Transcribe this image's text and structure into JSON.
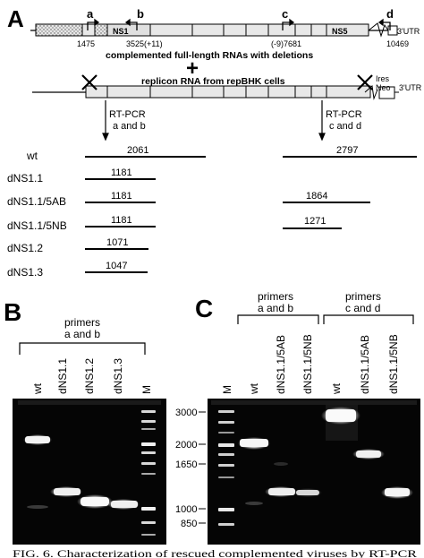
{
  "panelA": {
    "label": "A",
    "primers": [
      "a",
      "b",
      "c",
      "d"
    ],
    "positions": [
      "1475",
      "3525(+11)",
      "(-9)7681",
      "10469"
    ],
    "ns1": "NS1",
    "ns5": "NS5",
    "utr": "3'UTR",
    "complemented_text": "complemented full-length RNAs with deletions",
    "plus": "+",
    "replicon_text": "replicon RNA from repBHK cells",
    "ires": "Ires",
    "neo": "Neo",
    "utr2": "3'UTR",
    "rtpcr1": [
      "RT-PCR",
      "a and b"
    ],
    "rtpcr2": [
      "RT-PCR",
      "c and d"
    ],
    "rows": [
      {
        "name": "wt",
        "left": "2061",
        "right": "2797"
      },
      {
        "name": "dNS1.1",
        "left": "1181",
        "right": ""
      },
      {
        "name": "dNS1.1/5AB",
        "left": "1181",
        "right": "1864"
      },
      {
        "name": "dNS1.1/5NB",
        "left": "1181",
        "right": "1271"
      },
      {
        "name": "dNS1.2",
        "left": "1071",
        "right": ""
      },
      {
        "name": "dNS1.3",
        "left": "1047",
        "right": ""
      }
    ]
  },
  "panelB": {
    "label": "B",
    "primers": [
      "primers",
      "a and b"
    ],
    "lanes": [
      "wt",
      "dNS1.1",
      "dNS1.2",
      "dNS1.3",
      "M"
    ]
  },
  "panelC": {
    "label": "C",
    "primers_ab": [
      "primers",
      "a and b"
    ],
    "primers_cd": [
      "primers",
      "c and d"
    ],
    "lanes": [
      "M",
      "wt",
      "dNS1.1/5AB",
      "dNS1.1/5NB",
      "wt",
      "dNS1.1/5AB",
      "dNS1.1/5NB"
    ]
  },
  "markers": [
    "3000",
    "2000",
    "1650",
    "1000",
    "850"
  ],
  "caption": "FIG. 6. Characterization of rescued complemented viruses by RT-PCR"
}
